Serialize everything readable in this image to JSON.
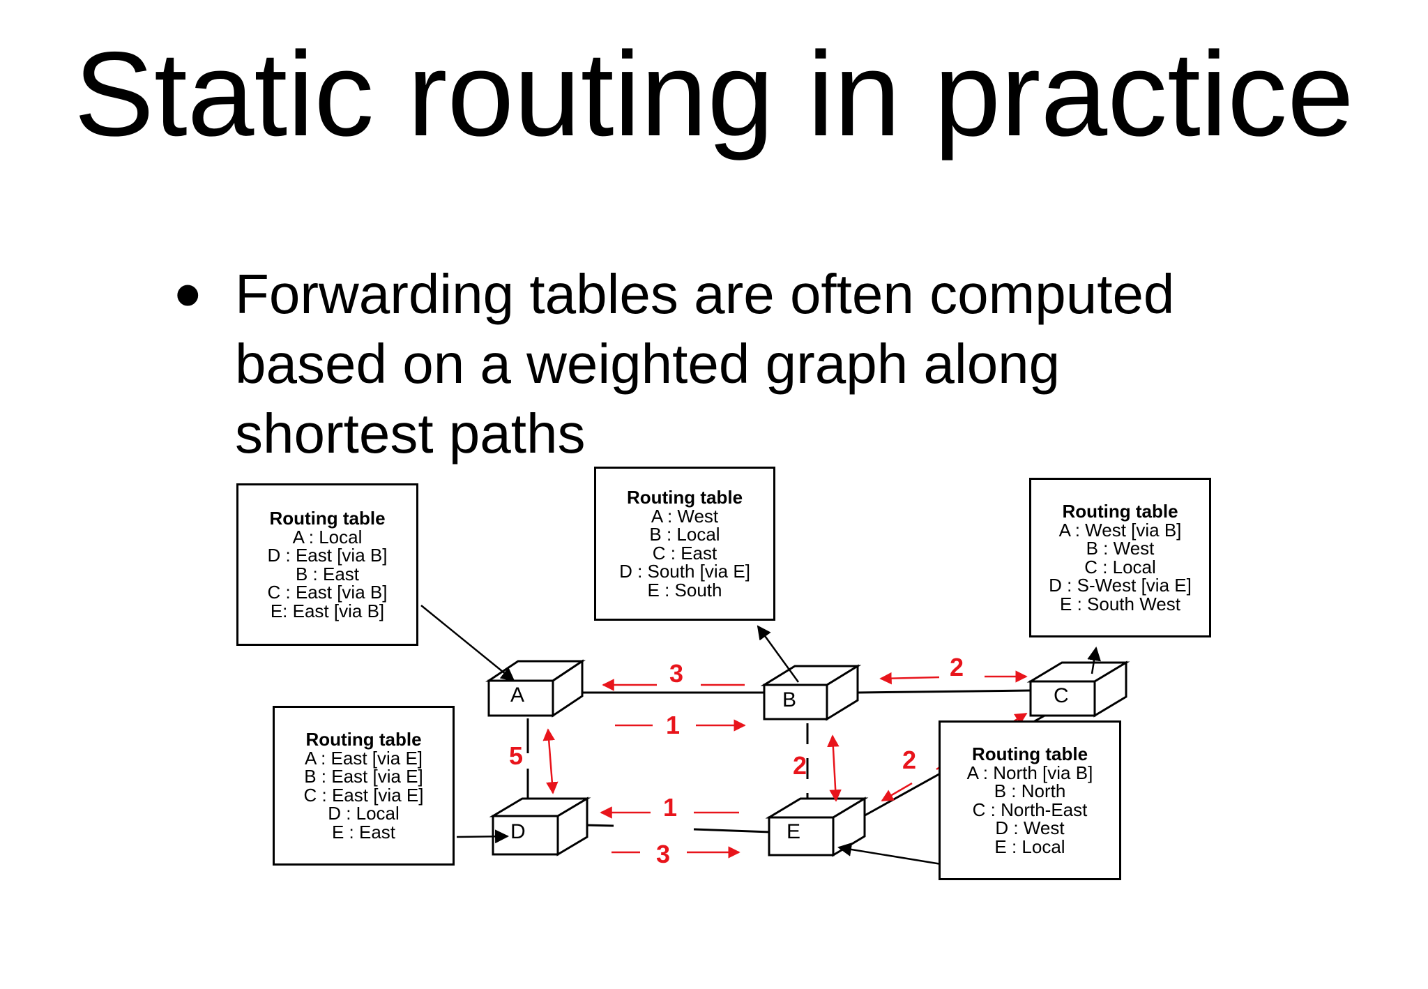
{
  "title": "Static routing in practice",
  "bullet": "Forwarding tables are often computed based on a weighted graph along shortest paths",
  "colors": {
    "arrow": "#e8141b",
    "line": "#000000",
    "weight": "#e8141b"
  },
  "nodes": {
    "A": "A",
    "B": "B",
    "C": "C",
    "D": "D",
    "E": "E"
  },
  "weights": {
    "A_B": "3",
    "B_A": "1",
    "B_C": "2",
    "A_D": "5",
    "B_E": "2",
    "E_C": "2",
    "D_E_top": "1",
    "D_E_bottom": "3"
  },
  "tables": {
    "A": {
      "title": "Routing table",
      "rows": [
        "A : Local",
        "D : East [via B]",
        "B : East",
        "C : East [via B]",
        "E: East [via B]"
      ]
    },
    "B": {
      "title": "Routing table",
      "rows": [
        "A : West",
        "B : Local",
        "C : East",
        "D : South [via E]",
        "E : South"
      ]
    },
    "C": {
      "title": "Routing table",
      "rows": [
        "A : West [via B]",
        "B : West",
        "C : Local",
        "D : S-West [via E]",
        "E : South West"
      ]
    },
    "D": {
      "title": "Routing table",
      "rows": [
        "A : East [via E]",
        "B : East [via E]",
        "C : East [via E]",
        "D : Local",
        "E : East"
      ]
    },
    "E": {
      "title": "Routing table",
      "rows": [
        "A : North [via B]",
        "B : North",
        "C : North-East",
        "D : West",
        "E : Local"
      ]
    }
  }
}
